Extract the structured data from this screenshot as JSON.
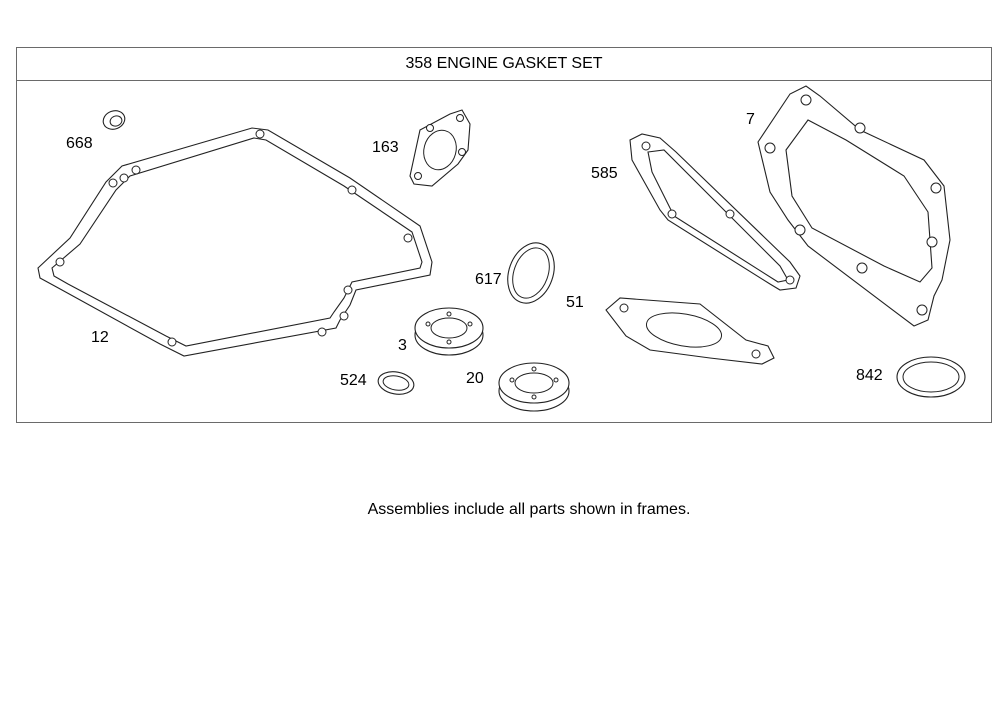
{
  "diagram": {
    "frame_title": "358 ENGINE GASKET SET",
    "footnote": "Assemblies include all parts shown in frames.",
    "callouts": {
      "p668": "668",
      "p163": "163",
      "p7": "7",
      "p585": "585",
      "p617": "617",
      "p51": "51",
      "p12": "12",
      "p3": "3",
      "p524": "524",
      "p20": "20",
      "p842": "842"
    }
  }
}
